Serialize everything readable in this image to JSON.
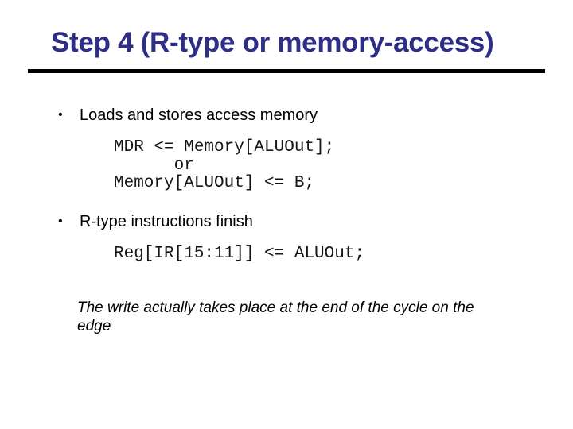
{
  "slide": {
    "title": "Step 4 (R-type or memory-access)",
    "title_color": "#2e2e87",
    "bullet_char": "•",
    "bullets": [
      {
        "label": "Loads and stores access memory",
        "code": "MDR <= Memory[ALUOut];\n      or\nMemory[ALUOut] <= B;"
      },
      {
        "label": "R-type instructions finish",
        "code": "Reg[IR[15:11]] <= ALUOut;"
      }
    ],
    "note": "The write actually takes place at the end of the cycle on the\nedge"
  }
}
